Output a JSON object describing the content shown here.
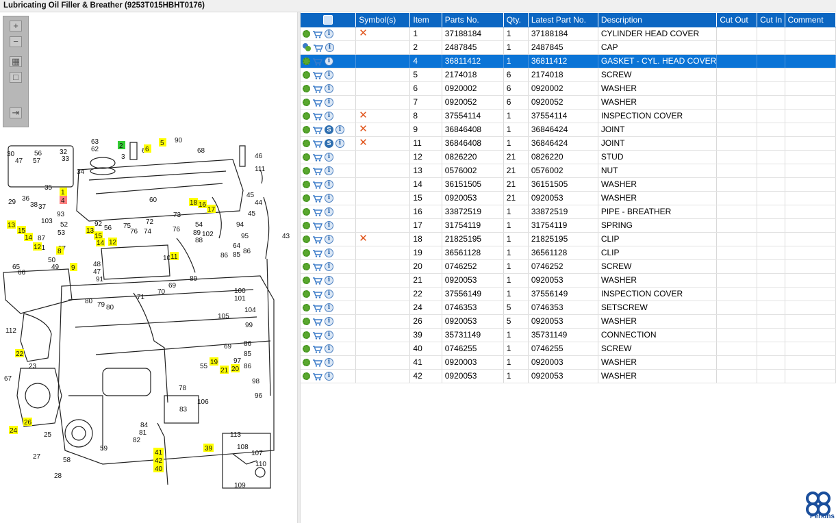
{
  "window": {
    "title": "Lubricating Oil Filler & Breather (9253T015HBHT0176)"
  },
  "zoom_toolbar": {
    "zoom_in_icon": "plus-magnifier-icon",
    "zoom_out_icon": "minus-icon",
    "fit_icon": "fit-grid-icon",
    "reset_icon": "square-icon",
    "panel_icon": "panel-toggle-icon"
  },
  "diagram": {
    "callouts_highlighted": [
      "1",
      "4",
      "2",
      "5",
      "6",
      "11",
      "12",
      "13",
      "14",
      "15",
      "16",
      "17",
      "18",
      "19",
      "20",
      "21",
      "22",
      "24",
      "26",
      "39",
      "40",
      "41",
      "42",
      "8",
      "9"
    ],
    "highlight_color": "#ffff00",
    "selected_color": "#ff8080",
    "green_color": "#33cc33"
  },
  "table": {
    "columns": [
      "",
      "Symbol(s)",
      "Item",
      "Parts No.",
      "Qty.",
      "Latest Part No.",
      "Description",
      "Cut Out",
      "Cut In",
      "Comment"
    ],
    "selected_index": 2,
    "rows": [
      {
        "icons": [
          "gear",
          "cart",
          "info"
        ],
        "symbol": "x",
        "item": "1",
        "part": "37188184",
        "qty": "1",
        "latest": "37188184",
        "desc": "CYLINDER HEAD COVER"
      },
      {
        "icons": [
          "gears",
          "cart",
          "info"
        ],
        "symbol": "",
        "item": "2",
        "part": "2487845",
        "qty": "1",
        "latest": "2487845",
        "desc": "CAP"
      },
      {
        "icons": [
          "gear",
          "cart",
          "info"
        ],
        "symbol": "",
        "item": "4",
        "part": "36811412",
        "qty": "1",
        "latest": "36811412",
        "desc": "GASKET - CYL. HEAD COVER"
      },
      {
        "icons": [
          "gear",
          "cart",
          "info"
        ],
        "symbol": "",
        "item": "5",
        "part": "2174018",
        "qty": "6",
        "latest": "2174018",
        "desc": "SCREW"
      },
      {
        "icons": [
          "gear",
          "cart",
          "info"
        ],
        "symbol": "",
        "item": "6",
        "part": "0920002",
        "qty": "6",
        "latest": "0920002",
        "desc": "WASHER"
      },
      {
        "icons": [
          "gear",
          "cart",
          "info"
        ],
        "symbol": "",
        "item": "7",
        "part": "0920052",
        "qty": "6",
        "latest": "0920052",
        "desc": "WASHER"
      },
      {
        "icons": [
          "gear",
          "cart",
          "info"
        ],
        "symbol": "x",
        "item": "8",
        "part": "37554114",
        "qty": "1",
        "latest": "37554114",
        "desc": "INSPECTION COVER"
      },
      {
        "icons": [
          "gear",
          "cart",
          "s",
          "info"
        ],
        "symbol": "x",
        "item": "9",
        "part": "36846408",
        "qty": "1",
        "latest": "36846424",
        "desc": "JOINT"
      },
      {
        "icons": [
          "gear",
          "cart",
          "s",
          "info"
        ],
        "symbol": "x",
        "item": "11",
        "part": "36846408",
        "qty": "1",
        "latest": "36846424",
        "desc": "JOINT"
      },
      {
        "icons": [
          "gear",
          "cart",
          "info"
        ],
        "symbol": "",
        "item": "12",
        "part": "0826220",
        "qty": "21",
        "latest": "0826220",
        "desc": "STUD"
      },
      {
        "icons": [
          "gear",
          "cart",
          "info"
        ],
        "symbol": "",
        "item": "13",
        "part": "0576002",
        "qty": "21",
        "latest": "0576002",
        "desc": "NUT"
      },
      {
        "icons": [
          "gear",
          "cart",
          "info"
        ],
        "symbol": "",
        "item": "14",
        "part": "36151505",
        "qty": "21",
        "latest": "36151505",
        "desc": "WASHER"
      },
      {
        "icons": [
          "gear",
          "cart",
          "info"
        ],
        "symbol": "",
        "item": "15",
        "part": "0920053",
        "qty": "21",
        "latest": "0920053",
        "desc": "WASHER"
      },
      {
        "icons": [
          "gear",
          "cart",
          "info"
        ],
        "symbol": "",
        "item": "16",
        "part": "33872519",
        "qty": "1",
        "latest": "33872519",
        "desc": "PIPE - BREATHER"
      },
      {
        "icons": [
          "gear",
          "cart",
          "info"
        ],
        "symbol": "",
        "item": "17",
        "part": "31754119",
        "qty": "1",
        "latest": "31754119",
        "desc": "SPRING"
      },
      {
        "icons": [
          "gear",
          "cart",
          "info"
        ],
        "symbol": "x",
        "item": "18",
        "part": "21825195",
        "qty": "1",
        "latest": "21825195",
        "desc": "CLIP"
      },
      {
        "icons": [
          "gear",
          "cart",
          "info"
        ],
        "symbol": "",
        "item": "19",
        "part": "36561128",
        "qty": "1",
        "latest": "36561128",
        "desc": "CLIP"
      },
      {
        "icons": [
          "gear",
          "cart",
          "info"
        ],
        "symbol": "",
        "item": "20",
        "part": "0746252",
        "qty": "1",
        "latest": "0746252",
        "desc": "SCREW"
      },
      {
        "icons": [
          "gear",
          "cart",
          "info"
        ],
        "symbol": "",
        "item": "21",
        "part": "0920053",
        "qty": "1",
        "latest": "0920053",
        "desc": "WASHER"
      },
      {
        "icons": [
          "gear",
          "cart",
          "info"
        ],
        "symbol": "",
        "item": "22",
        "part": "37556149",
        "qty": "1",
        "latest": "37556149",
        "desc": "INSPECTION COVER"
      },
      {
        "icons": [
          "gear",
          "cart",
          "info"
        ],
        "symbol": "",
        "item": "24",
        "part": "0746353",
        "qty": "5",
        "latest": "0746353",
        "desc": "SETSCREW"
      },
      {
        "icons": [
          "gear",
          "cart",
          "info"
        ],
        "symbol": "",
        "item": "26",
        "part": "0920053",
        "qty": "5",
        "latest": "0920053",
        "desc": "WASHER"
      },
      {
        "icons": [
          "gear",
          "cart",
          "info"
        ],
        "symbol": "",
        "item": "39",
        "part": "35731149",
        "qty": "1",
        "latest": "35731149",
        "desc": "CONNECTION"
      },
      {
        "icons": [
          "gear",
          "cart",
          "info"
        ],
        "symbol": "",
        "item": "40",
        "part": "0746255",
        "qty": "1",
        "latest": "0746255",
        "desc": "SCREW"
      },
      {
        "icons": [
          "gear",
          "cart",
          "info"
        ],
        "symbol": "",
        "item": "41",
        "part": "0920003",
        "qty": "1",
        "latest": "0920003",
        "desc": "WASHER"
      },
      {
        "icons": [
          "gear",
          "cart",
          "info"
        ],
        "symbol": "",
        "item": "42",
        "part": "0920053",
        "qty": "1",
        "latest": "0920053",
        "desc": "WASHER"
      }
    ]
  },
  "brand": {
    "name": "Perkins",
    "color": "#1b4f9c"
  },
  "colors": {
    "header": "#0b66c2",
    "selected_row": "#0b74d6",
    "x_symbol": "#e0541b"
  }
}
